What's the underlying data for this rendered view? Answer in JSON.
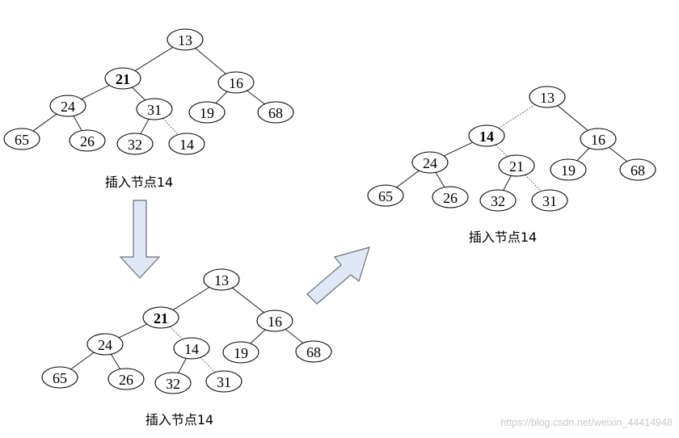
{
  "diagrams": [
    {
      "caption": "插入节点14",
      "nodes": [
        {
          "label": "13"
        },
        {
          "label": "21",
          "bold": true
        },
        {
          "label": "16"
        },
        {
          "label": "24"
        },
        {
          "label": "31"
        },
        {
          "label": "19"
        },
        {
          "label": "68"
        },
        {
          "label": "65"
        },
        {
          "label": "26"
        },
        {
          "label": "32"
        },
        {
          "label": "14"
        }
      ],
      "edges": [
        [
          0,
          1
        ],
        [
          0,
          2
        ],
        [
          1,
          3
        ],
        [
          1,
          4
        ],
        [
          2,
          5
        ],
        [
          2,
          6
        ],
        [
          3,
          7
        ],
        [
          3,
          8
        ],
        [
          4,
          9
        ],
        [
          4,
          10,
          "dotted"
        ]
      ]
    },
    {
      "caption": "插入节点14",
      "nodes": [
        {
          "label": "13"
        },
        {
          "label": "21",
          "bold": true
        },
        {
          "label": "16"
        },
        {
          "label": "24"
        },
        {
          "label": "14"
        },
        {
          "label": "19"
        },
        {
          "label": "68"
        },
        {
          "label": "65"
        },
        {
          "label": "26"
        },
        {
          "label": "32"
        },
        {
          "label": "31"
        }
      ],
      "edges": [
        [
          0,
          1
        ],
        [
          0,
          2
        ],
        [
          1,
          3
        ],
        [
          1,
          4,
          "dotted"
        ],
        [
          2,
          5
        ],
        [
          2,
          6
        ],
        [
          3,
          7
        ],
        [
          3,
          8
        ],
        [
          4,
          9
        ],
        [
          4,
          10,
          "dotted"
        ]
      ]
    },
    {
      "caption": "插入节点14",
      "nodes": [
        {
          "label": "13"
        },
        {
          "label": "14",
          "bold": true
        },
        {
          "label": "16"
        },
        {
          "label": "24"
        },
        {
          "label": "21"
        },
        {
          "label": "19"
        },
        {
          "label": "68"
        },
        {
          "label": "65"
        },
        {
          "label": "26"
        },
        {
          "label": "32"
        },
        {
          "label": "31"
        }
      ],
      "edges": [
        [
          0,
          1,
          "dotted"
        ],
        [
          0,
          2
        ],
        [
          1,
          3
        ],
        [
          1,
          4,
          "dotted"
        ],
        [
          2,
          5
        ],
        [
          2,
          6
        ],
        [
          3,
          7
        ],
        [
          3,
          8
        ],
        [
          4,
          9
        ],
        [
          4,
          10,
          "dotted"
        ]
      ]
    }
  ],
  "arrows": [
    {
      "direction": "down"
    },
    {
      "direction": "up-right"
    }
  ],
  "watermark": "https://blog.csdn.net/weixin_44414948"
}
